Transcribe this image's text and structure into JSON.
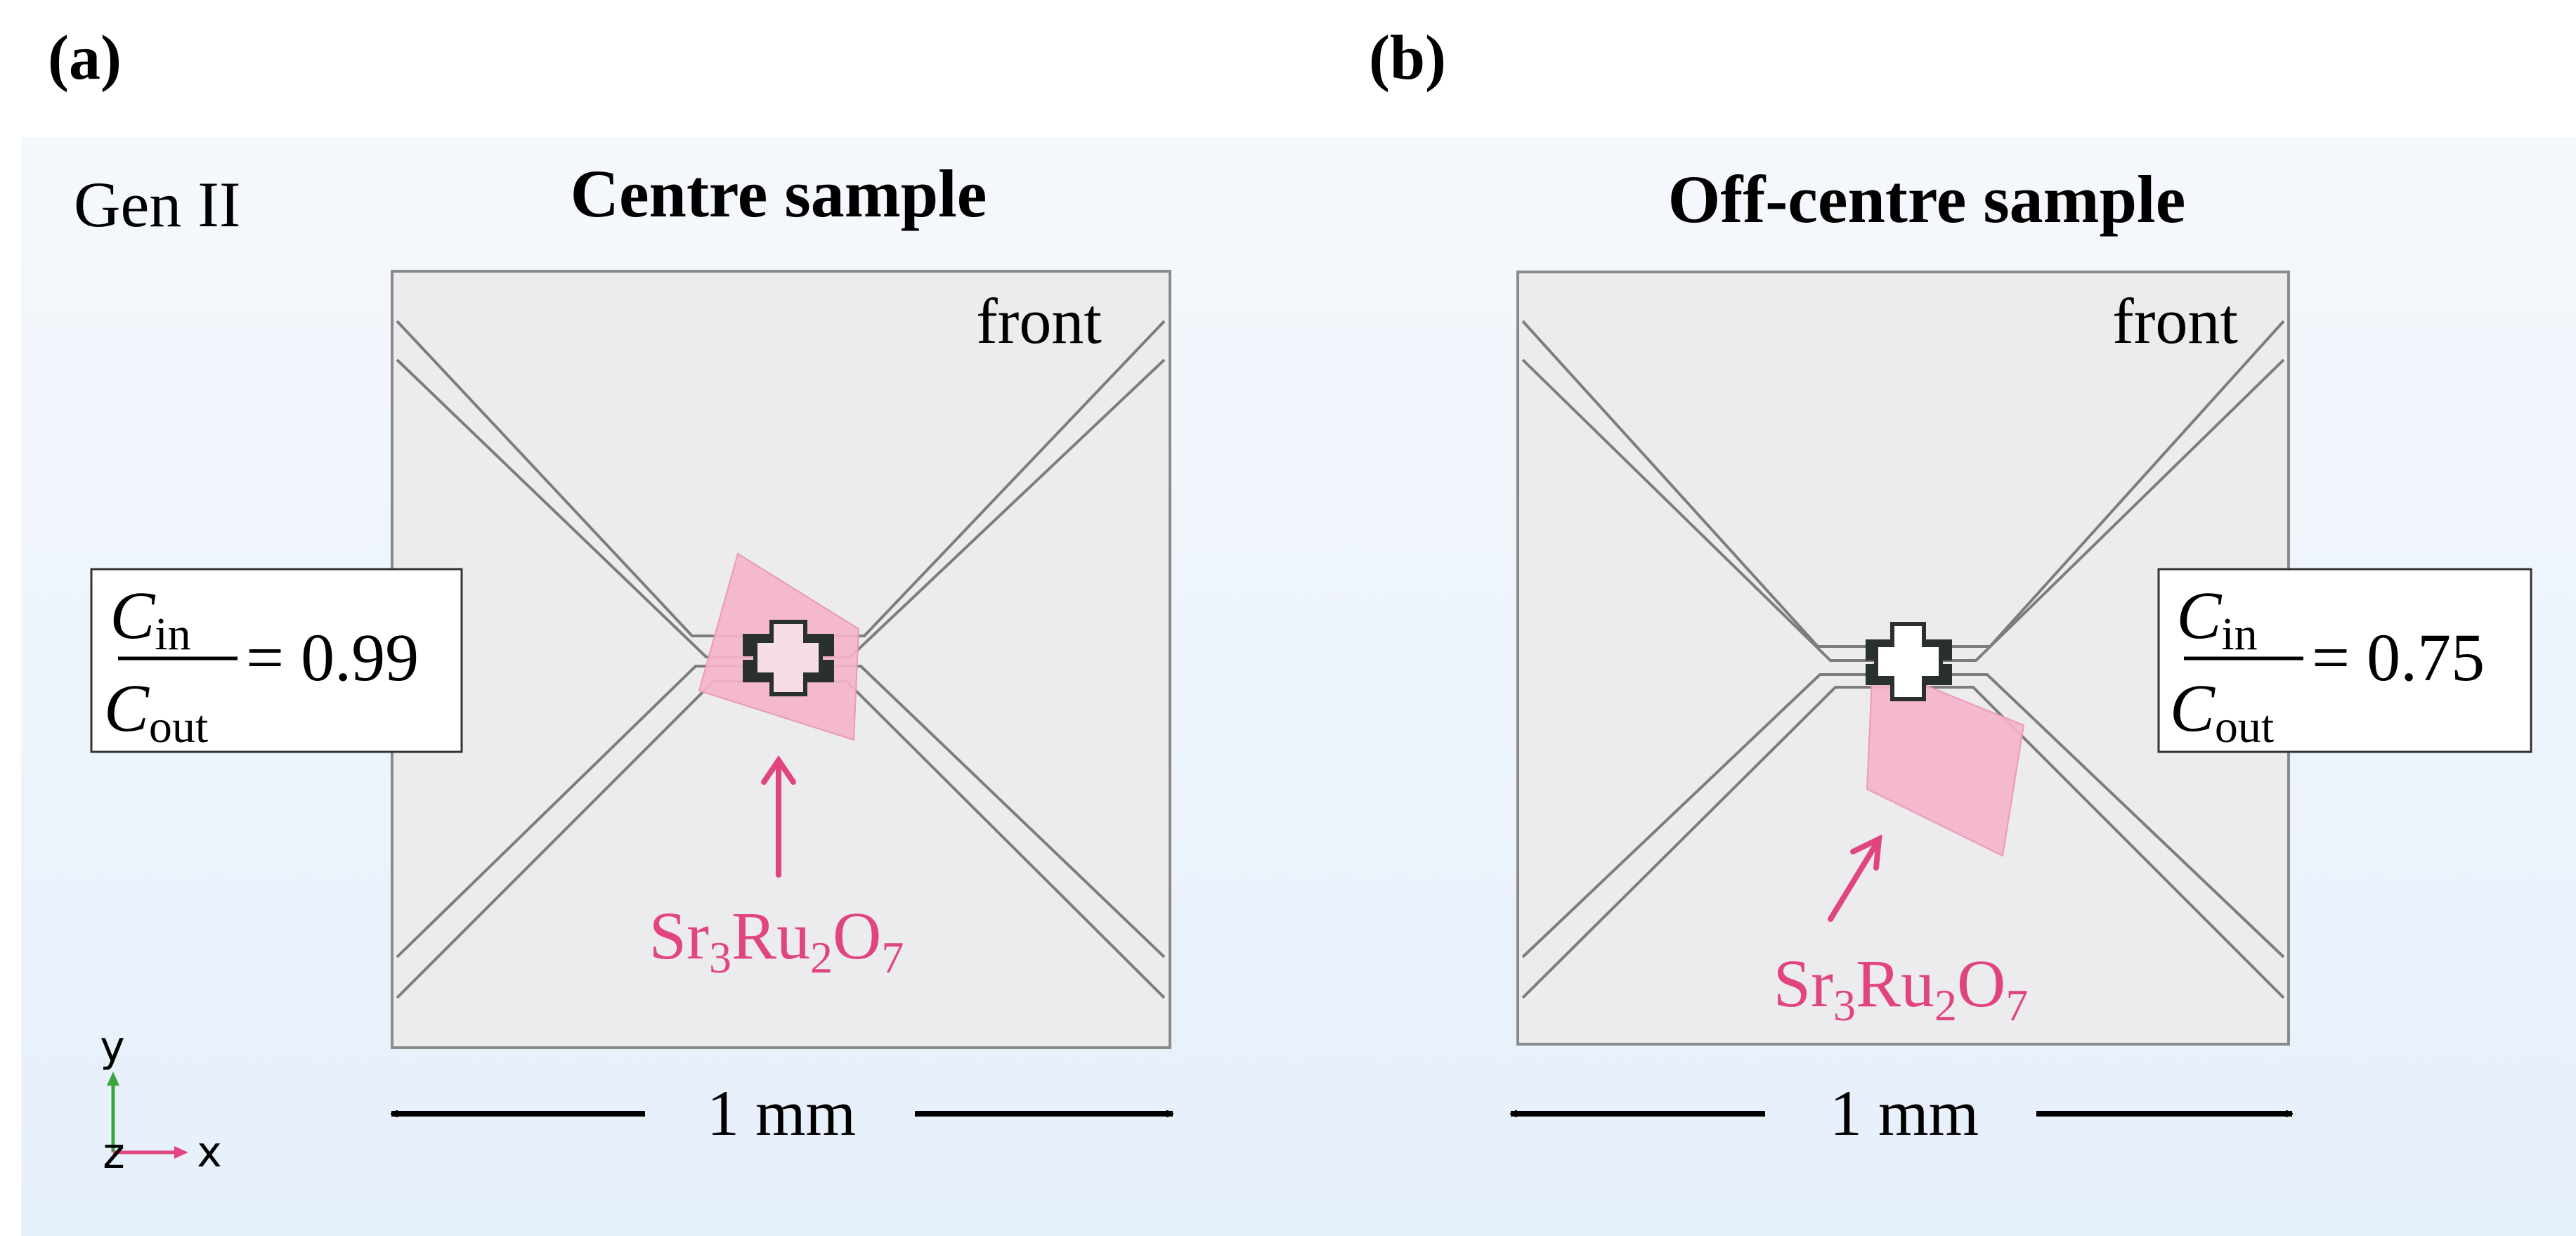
{
  "colors": {
    "sample": "#f4b4cb",
    "sample_stroke": "#e99ab8",
    "accent_pink": "#e0457f",
    "membrane": "#ececef",
    "membrane_stroke": "#8a8a8a",
    "axis_y": "#3da33d",
    "axis_x": "#e0457f"
  },
  "panel_a": {
    "label": "(a)",
    "gen": "Gen II",
    "title": "Centre sample",
    "face": "front",
    "ratio": {
      "num_main": "C",
      "num_sub": "in",
      "den_main": "C",
      "den_sub": "out",
      "value": "= 0.99"
    },
    "material": {
      "sr": "Sr",
      "sr_n": "3",
      "ru": "Ru",
      "ru_n": "2",
      "o": "O",
      "o_n": "7"
    },
    "scale": "1 mm"
  },
  "panel_b": {
    "label": "(b)",
    "title": "Off-centre sample",
    "face": "front",
    "ratio": {
      "num_main": "C",
      "num_sub": "in",
      "den_main": "C",
      "den_sub": "out",
      "value": "= 0.75"
    },
    "material": {
      "sr": "Sr",
      "sr_n": "3",
      "ru": "Ru",
      "ru_n": "2",
      "o": "O",
      "o_n": "7"
    },
    "scale": "1 mm"
  },
  "axes": {
    "y": "y",
    "z": "z",
    "x": "x"
  }
}
